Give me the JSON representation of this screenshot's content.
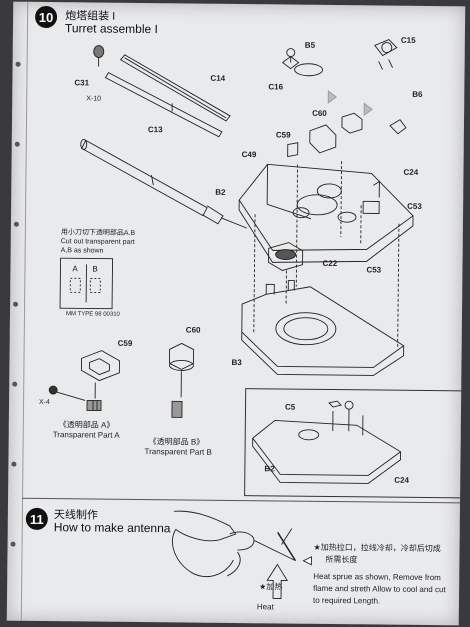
{
  "step10": {
    "number": "10",
    "title_cn": "炮塔组装 I",
    "title_en": "Turret assemble I"
  },
  "parts": {
    "c31": "C31",
    "x10": "X-10",
    "c14": "C14",
    "c13": "C13",
    "b5": "B5",
    "c16": "C16",
    "c15": "C15",
    "b6": "B6",
    "c60_top": "C60",
    "c59_top": "C59",
    "c49": "C49",
    "b2_main": "B2",
    "c24_top": "C24",
    "c53_a": "C53",
    "c53_b": "C53",
    "c22": "C22",
    "b3": "B3",
    "c60_mid": "C60",
    "c59_mid": "C59",
    "x4": "X-4",
    "c5": "C5",
    "b2_inset": "B2",
    "c24_inset": "C24"
  },
  "cut_note": {
    "line1": "用小刀切下透明部品A.B",
    "line2": "Cut out transparent part",
    "line3": "A,B as shown",
    "cell_a": "A",
    "cell_b": "B",
    "mm_type": "MM TYPE 98 00310"
  },
  "transparent": {
    "a_cn": "《透明部品 A》",
    "a_en": "Transparent Part A",
    "b_cn": "《透明部品 B》",
    "b_en": "Transparent Part B"
  },
  "step11": {
    "number": "11",
    "title_cn": "天线制作",
    "title_en": "How to make antenna",
    "heat_cn": "★加热",
    "heat_en": "Heat",
    "note_cn_1": "★加热拉口，拉线冷却，冷却后切成",
    "note_cn_2": "所需长度",
    "note_en_1": "Heat sprue as shown, Remove from",
    "note_en_2": "flame and streth Allow to cool and cut",
    "note_en_3": "to required Length."
  }
}
